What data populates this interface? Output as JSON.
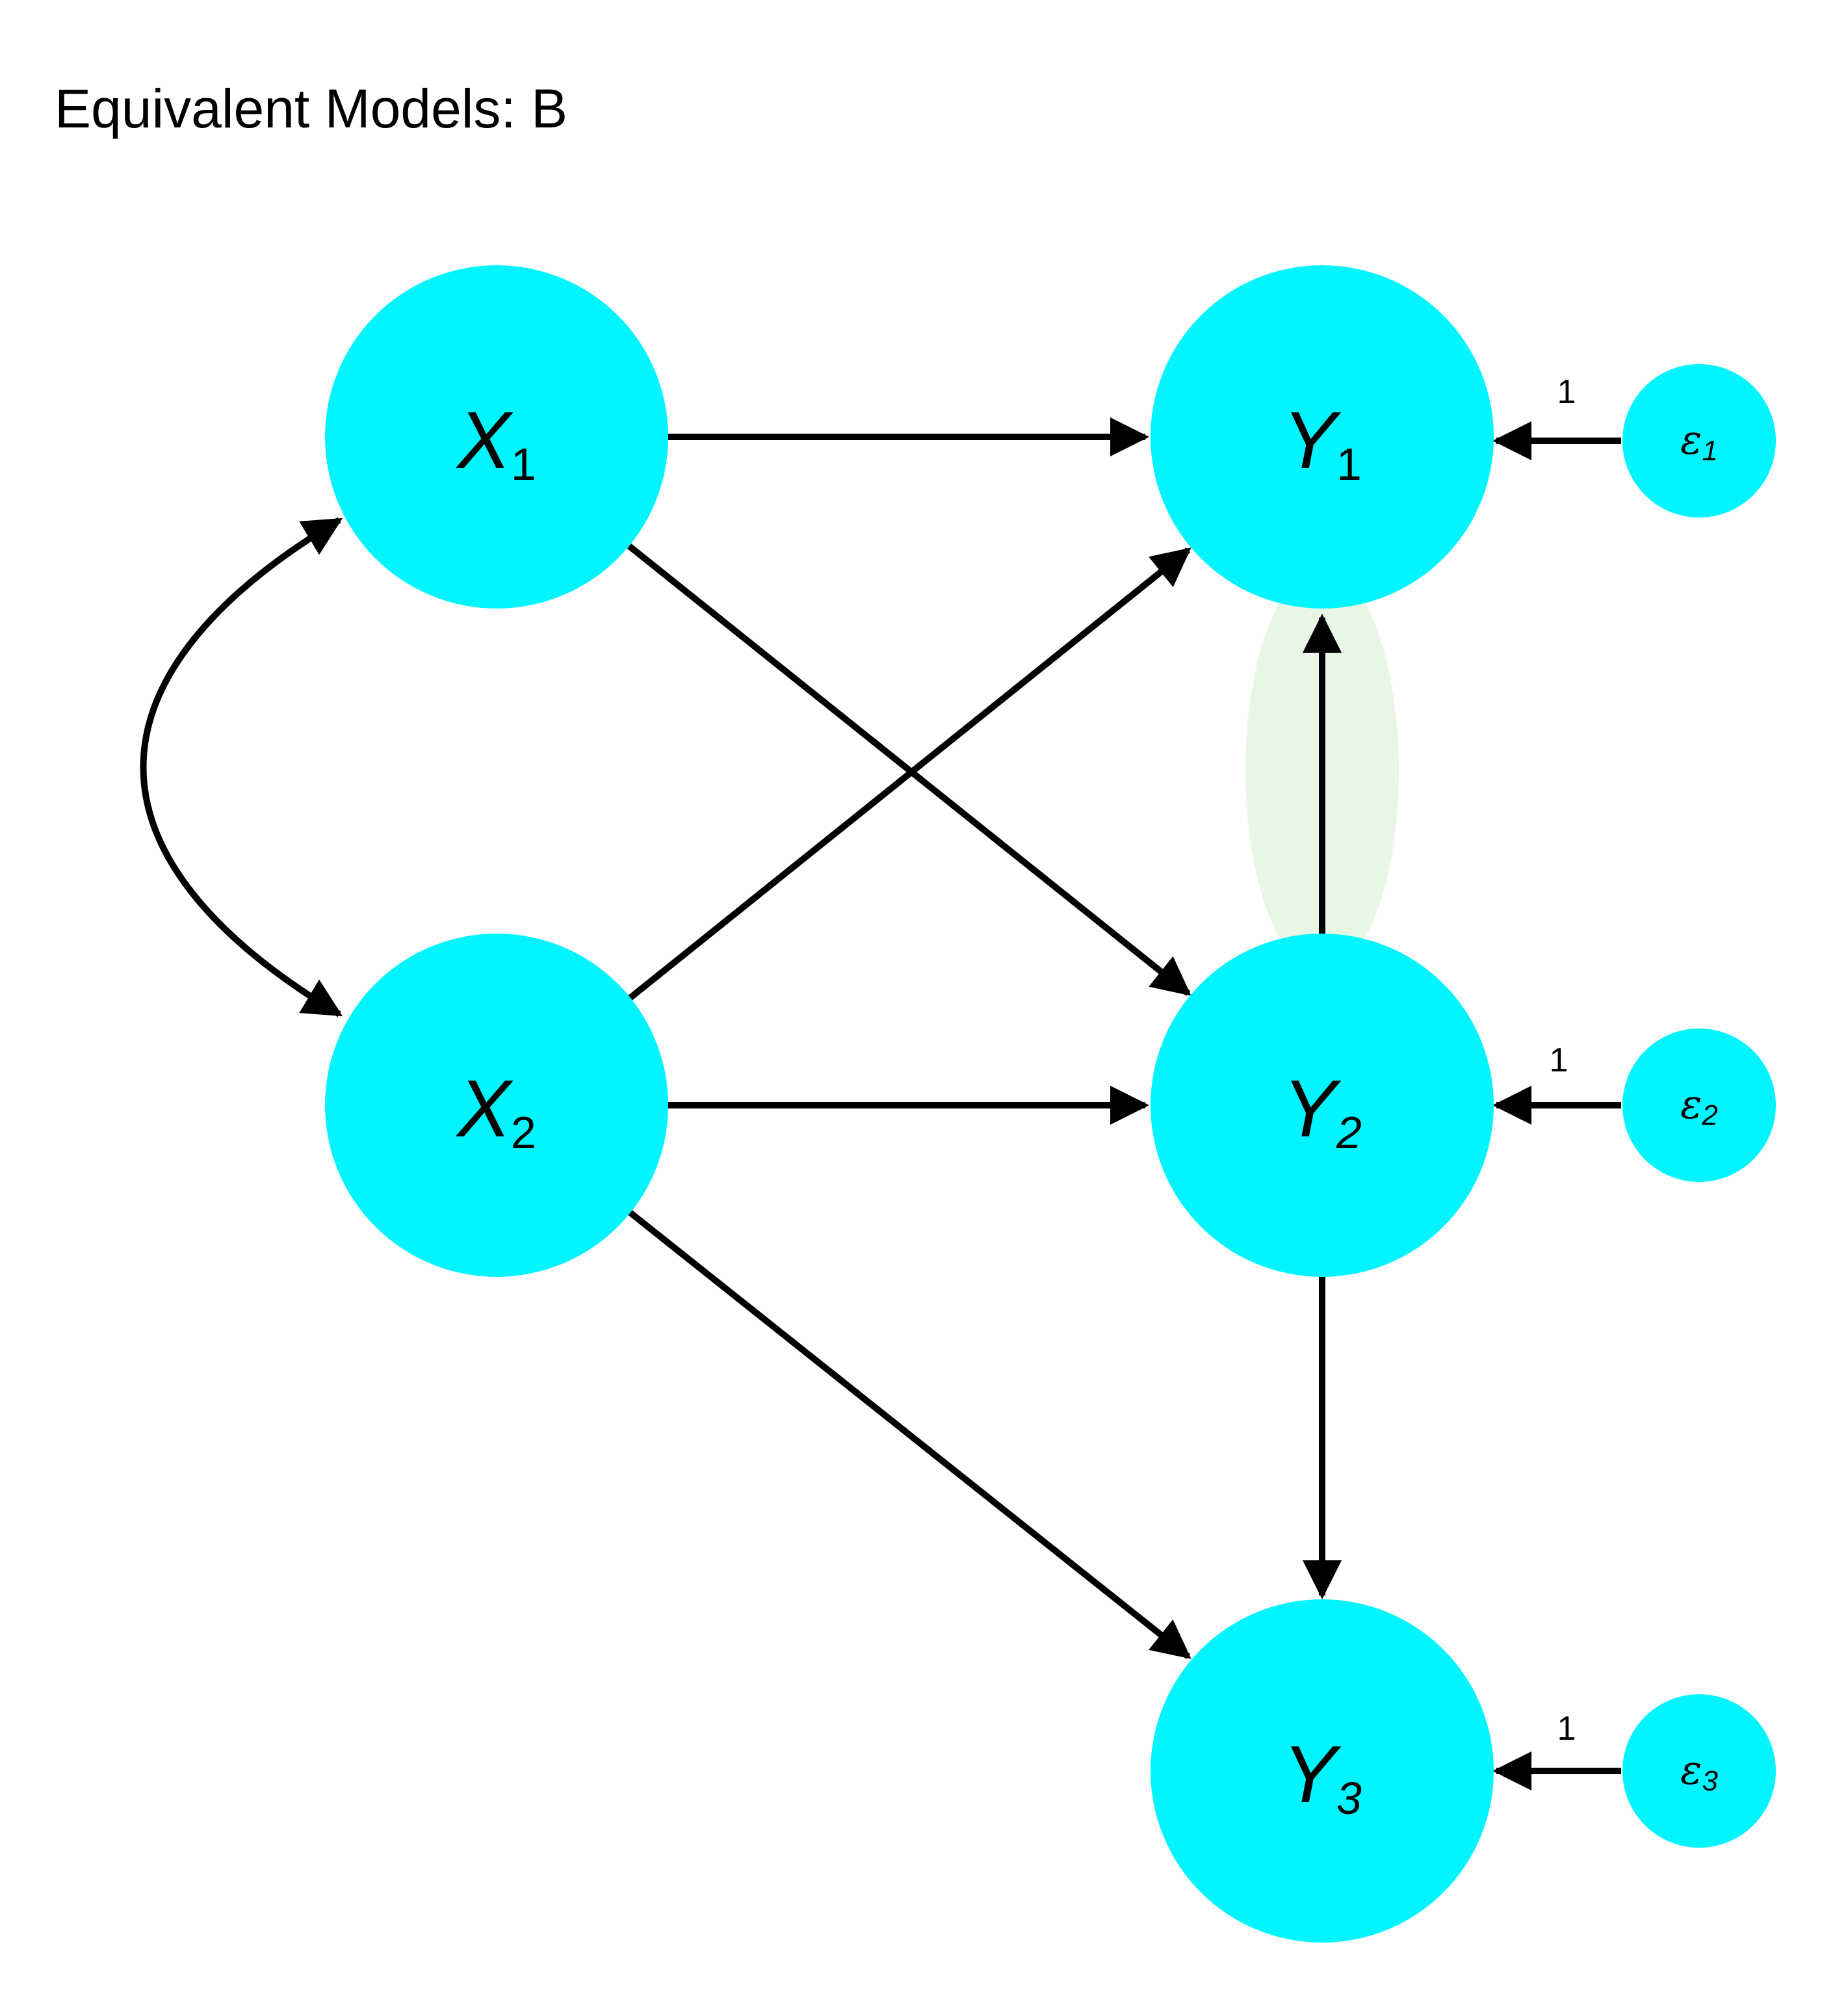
{
  "title": "Equivalent Models: B",
  "nodes": {
    "x1": {
      "main": "X",
      "sub": "1"
    },
    "x2": {
      "main": "X",
      "sub": "2"
    },
    "y1": {
      "main": "Y",
      "sub": "1"
    },
    "y2": {
      "main": "Y",
      "sub": "2"
    },
    "y3": {
      "main": "Y",
      "sub": "3"
    },
    "e1": {
      "main": "ε",
      "sub": "1"
    },
    "e2": {
      "main": "ε",
      "sub": "2"
    },
    "e3": {
      "main": "ε",
      "sub": "3"
    }
  },
  "edge_labels": {
    "e1_y1": "1",
    "e2_y2": "1",
    "e3_y3": "1"
  },
  "colors": {
    "node_fill": "#00f5ff",
    "edge": "#000000",
    "highlight": "#d9f2d2"
  }
}
